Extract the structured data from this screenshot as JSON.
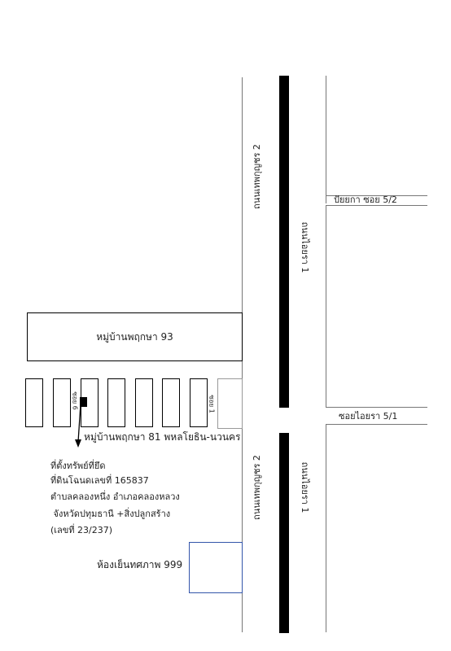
{
  "roads": {
    "main_road_upper": "ถนนเทพกุญชร 2",
    "main_road_lower": "ถนนเทพกุญชร 2",
    "side_road_upper": "ถนนไอยรา 1",
    "side_road_lower": "ถนนไอยรา 1",
    "soi_upper": "ปัยยกา ซอย 5/2",
    "soi_lower": "ซอยไอยรา 5/1",
    "lane_left": "ซอย 6",
    "lane_right": "ซอย 1"
  },
  "labels": {
    "village_93": "หมู่บ้านพฤกษา 93",
    "village_81": "หมู่บ้านพฤกษา 81 พหลโยธิน-นวนคร",
    "cold_storage": "ห้องเย็นทศภาพ 999"
  },
  "property_info": [
    "ที่ตั้งทรัพย์ที่ยึด",
    "ที่ดินโฉนดเลขที่ 165837",
    "ตำบลคลองหนึ่ง อำเภอคลองหลวง",
    " จังหวัดปทุมธานี +สิ่งปลูกสร้าง",
    "(เลขที่ 23/237)"
  ],
  "colors": {
    "road": "#000000",
    "cold_storage_border": "#3355aa"
  }
}
